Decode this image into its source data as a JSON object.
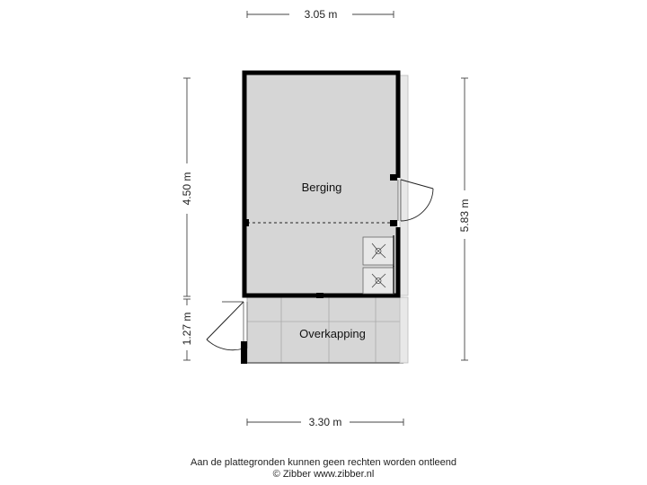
{
  "rooms": {
    "berging": "Berging",
    "overkapping": "Overkapping"
  },
  "dimensions": {
    "top_width": "3.05 m",
    "bottom_width": "3.30 m",
    "left_upper_height": "4.50 m",
    "left_lower_height": "1.27 m",
    "right_height": "5.83 m"
  },
  "footer": {
    "disclaimer": "Aan de plattegronden kunnen geen rechten worden ontleend",
    "credit": "© Zibber www.zibber.nl"
  },
  "colors": {
    "floor": "#d6d6d6",
    "wall": "#000000",
    "line": "#555555"
  }
}
